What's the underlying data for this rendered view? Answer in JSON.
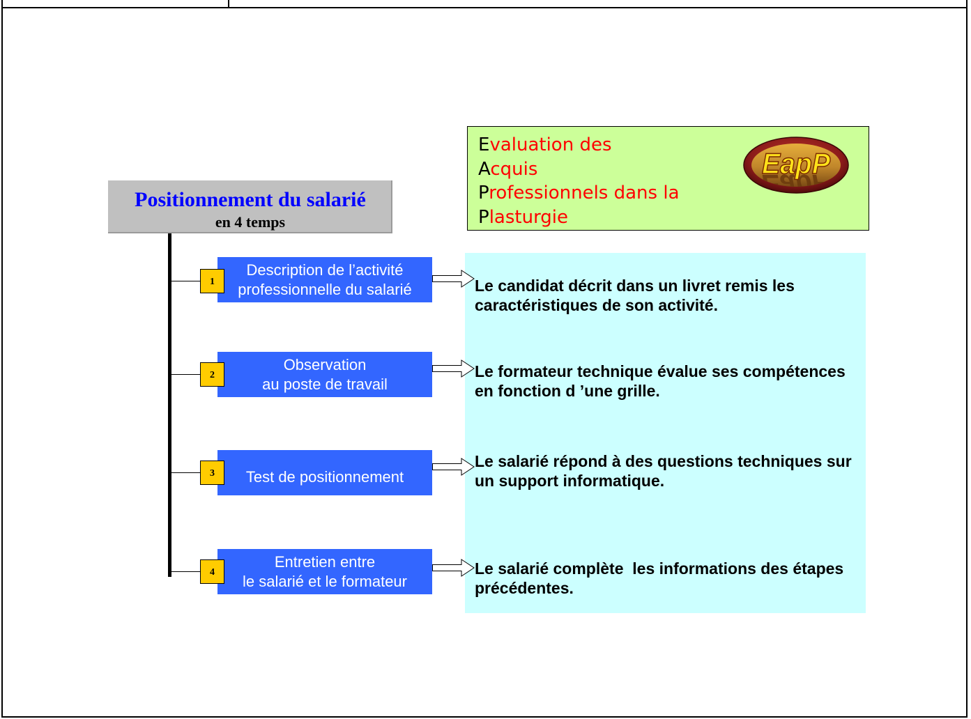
{
  "eapp_box": {
    "lines": [
      {
        "initial": "E",
        "rest": "valuation des"
      },
      {
        "initial": "A",
        "rest": "cquis"
      },
      {
        "initial": "P",
        "rest": "rofessionnels dans la"
      },
      {
        "initial": "P",
        "rest": "lasturgie"
      }
    ],
    "logo_text": "EapP"
  },
  "title_box": {
    "title": "Positionnement du salarié",
    "subtitle": "en 4 temps"
  },
  "steps": [
    {
      "number": "1",
      "label_lines": [
        "Description de l’activité",
        "professionnelle du salarié"
      ],
      "description_lines": [
        "Le candidat décrit dans un livret remis les",
        "caractéristiques de son activité."
      ]
    },
    {
      "number": "2",
      "label_lines": [
        "Observation",
        "au poste de travail"
      ],
      "description_lines": [
        "Le formateur technique évalue ses compétences",
        "en fonction d ’une grille."
      ]
    },
    {
      "number": "3",
      "label_lines": [
        "Test de positionnement"
      ],
      "description_lines": [
        "Le salarié répond à des questions techniques sur",
        "un support informatique."
      ]
    },
    {
      "number": "4",
      "label_lines": [
        "Entretien entre",
        "le salarié et le formateur"
      ],
      "description_lines": [
        "Le salarié complète  les informations des étapes",
        "précédentes."
      ]
    }
  ],
  "icons": {
    "step_arrow": "block-arrow-right-icon"
  },
  "colors": {
    "acronym_box_bg": "#CCFF99",
    "acronym_initial": "#000000",
    "acronym_rest": "#FF0000",
    "title_box_bg": "#C0C0C0",
    "title_text": "#0000FF",
    "step_box_bg": "#3366FF",
    "step_number_bg": "#FFCC00",
    "description_panel_bg": "#CCFFFF"
  }
}
